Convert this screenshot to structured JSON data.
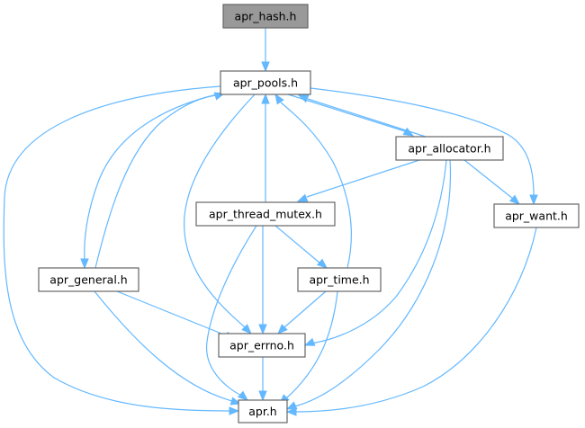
{
  "graph": {
    "edge_color": "#63b8ff",
    "root_fill": "#999999",
    "nodes": [
      {
        "id": "apr_hash",
        "label": "apr_hash.h",
        "root": true
      },
      {
        "id": "apr_pools",
        "label": "apr_pools.h"
      },
      {
        "id": "apr_allocator",
        "label": "apr_allocator.h"
      },
      {
        "id": "apr_thread_mutex",
        "label": "apr_thread_mutex.h"
      },
      {
        "id": "apr_want",
        "label": "apr_want.h"
      },
      {
        "id": "apr_general",
        "label": "apr_general.h"
      },
      {
        "id": "apr_time",
        "label": "apr_time.h"
      },
      {
        "id": "apr_errno",
        "label": "apr_errno.h"
      },
      {
        "id": "apr",
        "label": "apr.h"
      }
    ],
    "edges": [
      {
        "from": "apr_hash",
        "to": "apr_pools"
      },
      {
        "from": "apr_pools",
        "to": "apr"
      },
      {
        "from": "apr_pools",
        "to": "apr_general"
      },
      {
        "from": "apr_general",
        "to": "apr_pools"
      },
      {
        "from": "apr_pools",
        "to": "apr_errno"
      },
      {
        "from": "apr_thread_mutex",
        "to": "apr_pools"
      },
      {
        "from": "apr_time",
        "to": "apr_pools"
      },
      {
        "from": "apr_pools",
        "to": "apr_allocator"
      },
      {
        "from": "apr_allocator",
        "to": "apr_pools"
      },
      {
        "from": "apr_pools",
        "to": "apr_want"
      },
      {
        "from": "apr_allocator",
        "to": "apr_thread_mutex"
      },
      {
        "from": "apr_allocator",
        "to": "apr_want"
      },
      {
        "from": "apr_allocator",
        "to": "apr_errno"
      },
      {
        "from": "apr_allocator",
        "to": "apr"
      },
      {
        "from": "apr_thread_mutex",
        "to": "apr_time"
      },
      {
        "from": "apr_thread_mutex",
        "to": "apr_errno"
      },
      {
        "from": "apr_thread_mutex",
        "to": "apr"
      },
      {
        "from": "apr_general",
        "to": "apr_errno"
      },
      {
        "from": "apr_general",
        "to": "apr"
      },
      {
        "from": "apr_time",
        "to": "apr_errno"
      },
      {
        "from": "apr_time",
        "to": "apr"
      },
      {
        "from": "apr_errno",
        "to": "apr"
      },
      {
        "from": "apr_want",
        "to": "apr"
      }
    ]
  }
}
